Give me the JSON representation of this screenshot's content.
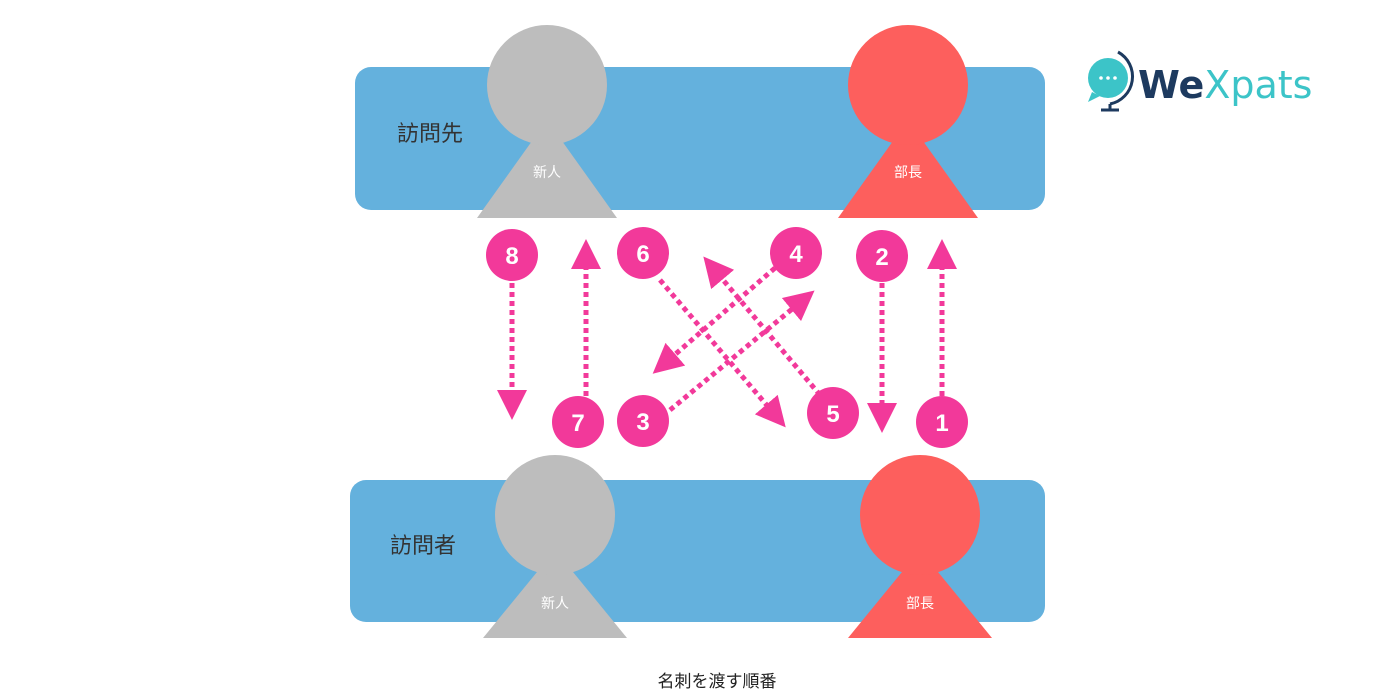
{
  "logo": {
    "text_part1": "We",
    "text_part2": "Xpats"
  },
  "top_group": {
    "label": "訪問先",
    "left_person": "新人",
    "right_person": "部長"
  },
  "bottom_group": {
    "label": "訪問者",
    "left_person": "新人",
    "right_person": "部長"
  },
  "steps": [
    "1",
    "2",
    "3",
    "4",
    "5",
    "6",
    "7",
    "8"
  ],
  "caption": "名刺を渡す順番",
  "colors": {
    "bar": "#64b1dd",
    "newcomer": "#bdbdbd",
    "manager": "#fd5f5d",
    "step": "#f2399a",
    "logo_dark": "#1d3a5f",
    "logo_teal": "#3cc4c8"
  }
}
